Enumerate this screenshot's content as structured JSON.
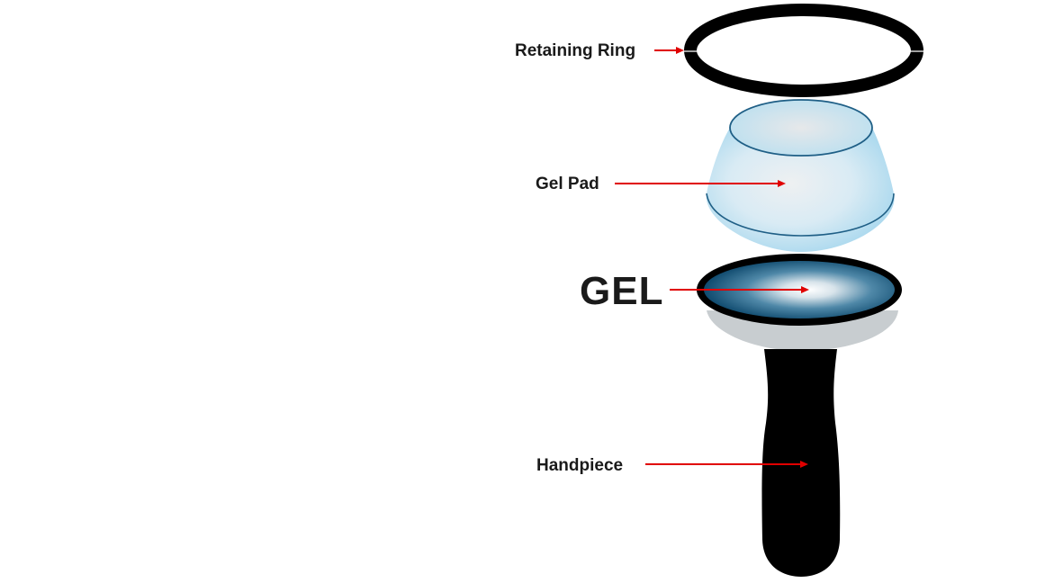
{
  "diagram": {
    "labels": {
      "retaining_ring": "Retaining Ring",
      "gel_pad": "Gel Pad",
      "gel": "GEL",
      "handpiece": "Handpiece"
    },
    "colors": {
      "arrow": "#e00000",
      "ring": "#000000",
      "gel_pad_fill": "#bfe3f3",
      "gel_pad_edge": "#1f5f86",
      "gel_center": "#ffffff",
      "gel_edge": "#0f4a6e",
      "handpiece": "#000000",
      "base_rim": "#c8cdd0"
    }
  }
}
